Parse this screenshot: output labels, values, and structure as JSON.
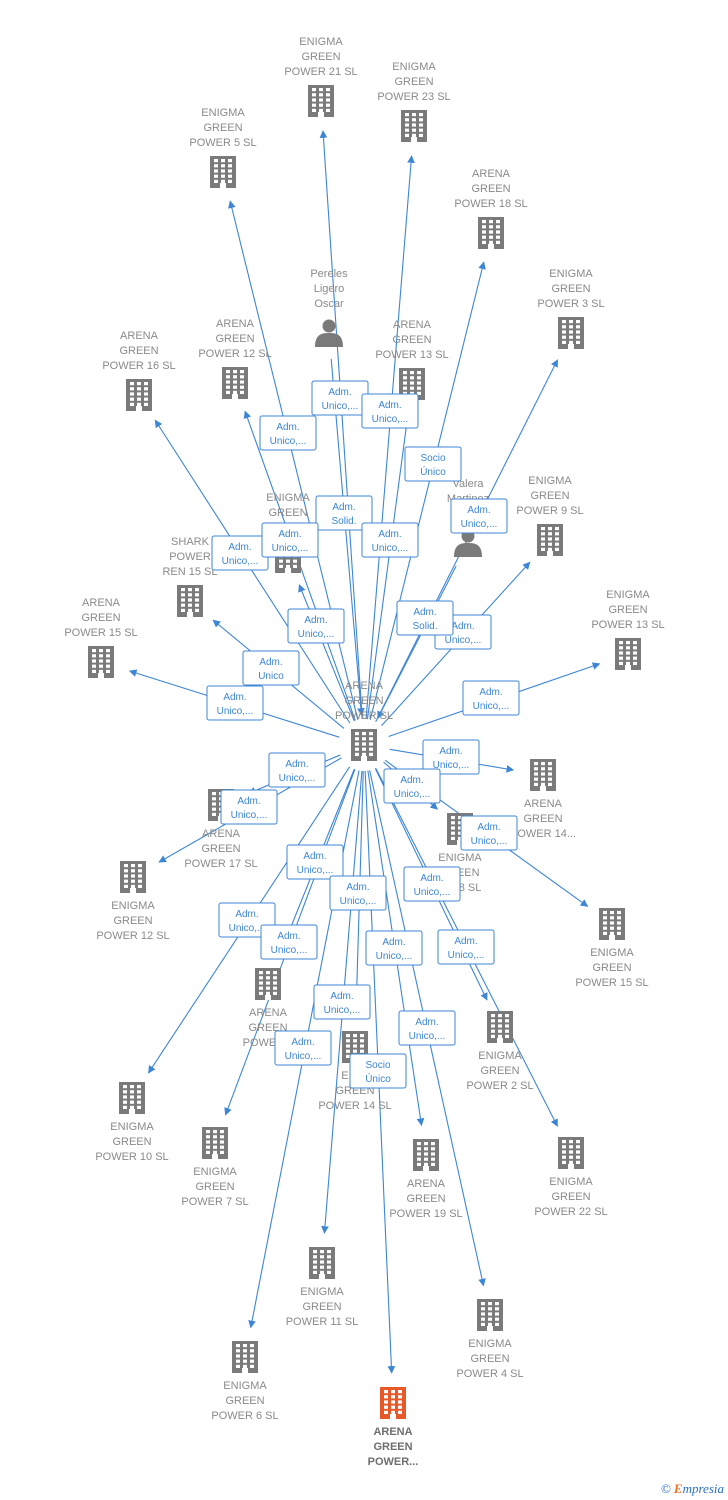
{
  "center": "n_center",
  "nodes": [
    {
      "id": "n_center",
      "type": "company",
      "label": [
        "ARENA",
        "GREEN",
        "POWER  SL"
      ]
    },
    {
      "id": "n_eg21",
      "type": "company",
      "label": [
        "ENIGMA",
        "GREEN",
        "POWER 21  SL"
      ]
    },
    {
      "id": "n_eg23",
      "type": "company",
      "label": [
        "ENIGMA",
        "GREEN",
        "POWER 23  SL"
      ]
    },
    {
      "id": "n_eg5",
      "type": "company",
      "label": [
        "ENIGMA",
        "GREEN",
        "POWER 5  SL"
      ]
    },
    {
      "id": "n_ag18",
      "type": "company",
      "label": [
        "ARENA",
        "GREEN",
        "POWER 18  SL"
      ]
    },
    {
      "id": "n_pereles",
      "type": "person",
      "label": [
        "Pereles",
        "Ligero",
        "Oscar"
      ]
    },
    {
      "id": "n_eg3",
      "type": "company",
      "label": [
        "ENIGMA",
        "GREEN",
        "POWER 3  SL"
      ]
    },
    {
      "id": "n_ag16",
      "type": "company",
      "label": [
        "ARENA",
        "GREEN",
        "POWER 16  SL"
      ]
    },
    {
      "id": "n_ag12",
      "type": "company",
      "label": [
        "ARENA",
        "GREEN",
        "POWER 12  SL"
      ]
    },
    {
      "id": "n_ag13",
      "type": "company",
      "label": [
        "ARENA",
        "GREEN",
        "POWER 13  SL"
      ]
    },
    {
      "id": "n_eg9",
      "type": "company",
      "label": [
        "ENIGMA",
        "GREEN",
        "POWER 9  SL"
      ]
    },
    {
      "id": "n_valera",
      "type": "person",
      "label": [
        "Valera",
        "Martinez",
        "P..."
      ]
    },
    {
      "id": "n_egp",
      "type": "company",
      "label": [
        "ENIGMA",
        "GREEN",
        "PO..."
      ]
    },
    {
      "id": "n_shark",
      "type": "company",
      "label": [
        "SHARK",
        "POWER",
        "REN 15  SL"
      ]
    },
    {
      "id": "n_ag15",
      "type": "company",
      "label": [
        "ARENA",
        "GREEN",
        "POWER 15  SL"
      ]
    },
    {
      "id": "n_eg13",
      "type": "company",
      "label": [
        "ENIGMA",
        "GREEN",
        "POWER 13  SL"
      ]
    },
    {
      "id": "n_ag14",
      "type": "company",
      "label": [
        "ARENA",
        "GREEN",
        "POWER 14..."
      ]
    },
    {
      "id": "n_ag17",
      "type": "company",
      "label": [
        "ARENA",
        "GREEN",
        "POWER 17  SL"
      ]
    },
    {
      "id": "n_eg12",
      "type": "company",
      "label": [
        "ENIGMA",
        "GREEN",
        "POWER 12  SL"
      ]
    },
    {
      "id": "n_eg8",
      "type": "company",
      "label": [
        "ENIGMA",
        "GREEN",
        "...R 8  SL"
      ]
    },
    {
      "id": "n_eg15",
      "type": "company",
      "label": [
        "ENIGMA",
        "GREEN",
        "POWER 15  SL"
      ]
    },
    {
      "id": "n_agp",
      "type": "company",
      "label": [
        "ARENA",
        "GREEN",
        "POWER..."
      ]
    },
    {
      "id": "n_eg2",
      "type": "company",
      "label": [
        "ENIGMA",
        "GREEN",
        "POWER 2  SL"
      ]
    },
    {
      "id": "n_eg14",
      "type": "company",
      "label": [
        "ENI...",
        "GREEN",
        "POWER 14  SL"
      ]
    },
    {
      "id": "n_eg10",
      "type": "company",
      "label": [
        "ENIGMA",
        "GREEN",
        "POWER 10  SL"
      ]
    },
    {
      "id": "n_eg7",
      "type": "company",
      "label": [
        "ENIGMA",
        "GREEN",
        "POWER 7  SL"
      ]
    },
    {
      "id": "n_ag19",
      "type": "company",
      "label": [
        "ARENA",
        "GREEN",
        "POWER 19  SL"
      ]
    },
    {
      "id": "n_eg22",
      "type": "company",
      "label": [
        "ENIGMA",
        "GREEN",
        "POWER 22  SL"
      ]
    },
    {
      "id": "n_eg11",
      "type": "company",
      "label": [
        "ENIGMA",
        "GREEN",
        "POWER 11  SL"
      ]
    },
    {
      "id": "n_eg4",
      "type": "company",
      "label": [
        "ENIGMA",
        "GREEN",
        "POWER 4  SL"
      ]
    },
    {
      "id": "n_eg6",
      "type": "company",
      "label": [
        "ENIGMA",
        "GREEN",
        "POWER 6  SL"
      ]
    },
    {
      "id": "n_focus",
      "type": "company",
      "highlight": true,
      "label": [
        "ARENA",
        "GREEN",
        "POWER..."
      ]
    }
  ],
  "edges": [
    {
      "from": "n_center",
      "to": "n_eg21",
      "label": [
        "Adm.",
        "Unico,..."
      ]
    },
    {
      "from": "n_center",
      "to": "n_eg23",
      "label": [
        "Adm.",
        "Unico,..."
      ]
    },
    {
      "from": "n_center",
      "to": "n_eg5",
      "label": [
        "Adm.",
        "Unico,..."
      ]
    },
    {
      "from": "n_center",
      "to": "n_ag18",
      "label": [
        "Socio",
        "Único"
      ]
    },
    {
      "from": "n_pereles",
      "to": "n_center",
      "label": [
        "Adm.",
        "Solid."
      ]
    },
    {
      "from": "n_center",
      "to": "n_eg3",
      "label": [
        "Adm.",
        "Unico,..."
      ]
    },
    {
      "from": "n_center",
      "to": "n_ag16",
      "label": [
        "Adm.",
        "Unico,..."
      ]
    },
    {
      "from": "n_center",
      "to": "n_ag12",
      "label": [
        "Adm.",
        "Unico,..."
      ]
    },
    {
      "from": "n_center",
      "to": "n_ag13",
      "label": [
        "Adm.",
        "Unico,..."
      ]
    },
    {
      "from": "n_center",
      "to": "n_eg9",
      "label": [
        "Adm.",
        "Unico,..."
      ]
    },
    {
      "from": "n_valera",
      "to": "n_center",
      "label": [
        "Adm.",
        "Solid."
      ]
    },
    {
      "from": "n_center",
      "to": "n_egp",
      "label": [
        "Adm.",
        "Unico,..."
      ]
    },
    {
      "from": "n_center",
      "to": "n_shark",
      "label": [
        "Adm.",
        "Unico"
      ]
    },
    {
      "from": "n_center",
      "to": "n_ag15",
      "label": [
        "Adm.",
        "Unico,..."
      ]
    },
    {
      "from": "n_center",
      "to": "n_eg13",
      "label": [
        "Adm.",
        "Unico,..."
      ]
    },
    {
      "from": "n_center",
      "to": "n_ag14",
      "label": [
        "Adm.",
        "Unico,..."
      ]
    },
    {
      "from": "n_center",
      "to": "n_ag17",
      "label": [
        "Adm.",
        "Unico,..."
      ]
    },
    {
      "from": "n_center",
      "to": "n_eg12",
      "label": [
        "Adm.",
        "Unico,..."
      ]
    },
    {
      "from": "n_center",
      "to": "n_eg8",
      "label": [
        "Adm.",
        "Unico,..."
      ]
    },
    {
      "from": "n_center",
      "to": "n_eg15",
      "label": [
        "Adm.",
        "Unico,..."
      ]
    },
    {
      "from": "n_center",
      "to": "n_agp",
      "label": [
        "Adm.",
        "Unico,..."
      ]
    },
    {
      "from": "n_center",
      "to": "n_eg2",
      "label": [
        "Adm.",
        "Unico,..."
      ]
    },
    {
      "from": "n_center",
      "to": "n_eg14",
      "label": [
        "Adm.",
        "Unico,..."
      ]
    },
    {
      "from": "n_center",
      "to": "n_eg10",
      "label": [
        "Adm.",
        "Unico,..."
      ]
    },
    {
      "from": "n_center",
      "to": "n_eg7",
      "label": [
        "Adm.",
        "Unico,..."
      ]
    },
    {
      "from": "n_center",
      "to": "n_ag19",
      "label": [
        "Adm.",
        "Unico,..."
      ]
    },
    {
      "from": "n_center",
      "to": "n_eg22",
      "label": [
        "Adm.",
        "Unico,..."
      ]
    },
    {
      "from": "n_center",
      "to": "n_eg11",
      "label": [
        "Adm.",
        "Unico,..."
      ]
    },
    {
      "from": "n_center",
      "to": "n_eg4",
      "label": [
        "Adm.",
        "Unico,..."
      ]
    },
    {
      "from": "n_center",
      "to": "n_eg6",
      "label": [
        "Adm.",
        "Unico,..."
      ]
    },
    {
      "from": "n_center",
      "to": "n_focus",
      "label": [
        "Socio",
        "Único"
      ]
    }
  ],
  "colors": {
    "edge": "#3d86d6",
    "building": "#7a7a7a",
    "building_highlight": "#e8592a",
    "person": "#7a7a7a",
    "label": "#8a8a8a"
  },
  "footer": {
    "copyright": "©",
    "brand_first": "E",
    "brand_rest": "mpresia"
  }
}
